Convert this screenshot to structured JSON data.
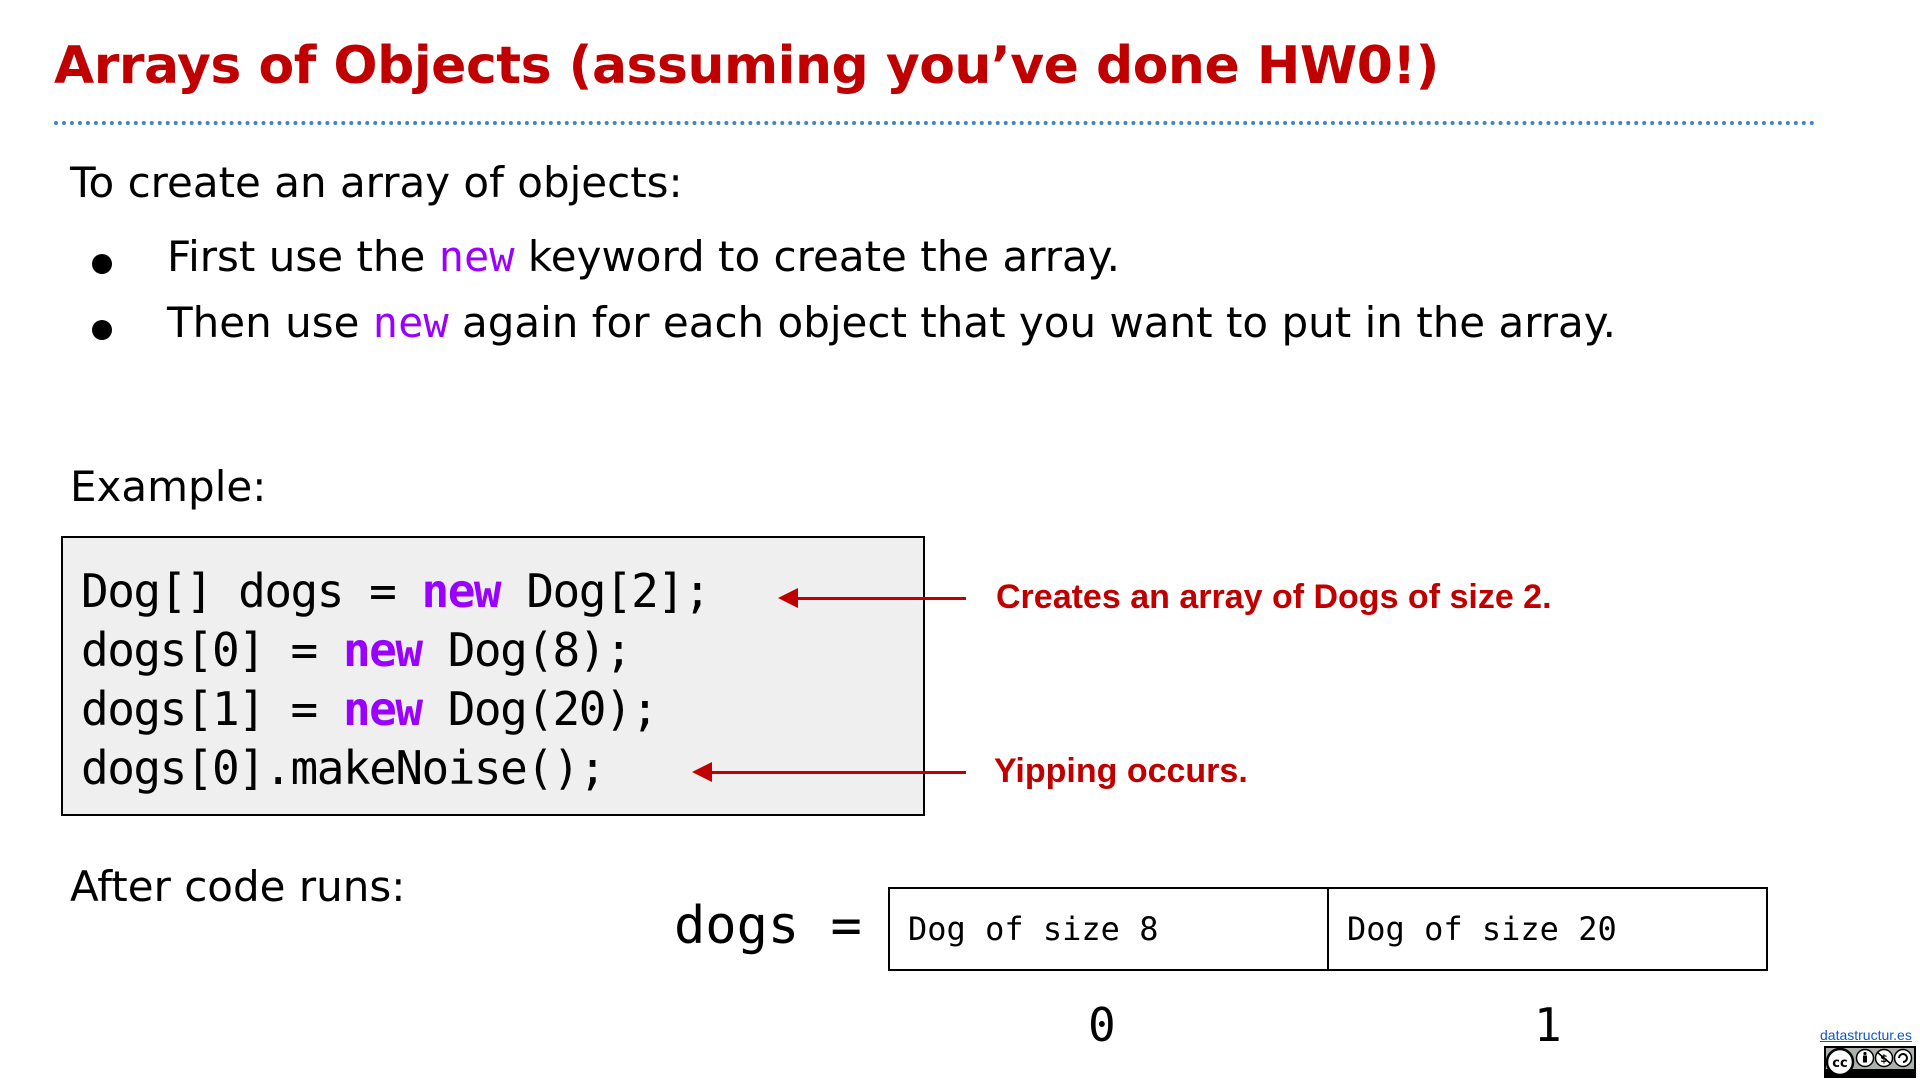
{
  "slide": {
    "title": "Arrays of Objects (assuming you’ve done HW0!)",
    "intro": "To create an array of objects:",
    "bullets": [
      {
        "before": "First use the ",
        "keyword": "new",
        "after": " keyword to create the array."
      },
      {
        "before": "Then use ",
        "keyword": "new",
        "after": " again for each object that you want to put in the array."
      }
    ],
    "example_label": "Example:",
    "code": [
      {
        "before": "Dog[] dogs = ",
        "keyword": "new",
        "after": " Dog[2];"
      },
      {
        "before": "dogs[0] = ",
        "keyword": "new",
        "after": " Dog(8);"
      },
      {
        "before": "dogs[1] = ",
        "keyword": "new",
        "after": " Dog(20);"
      },
      {
        "before": "dogs[0].makeNoise();",
        "keyword": "",
        "after": ""
      }
    ],
    "annotations": [
      "Creates an array of Dogs of size 2.",
      "Yipping occurs."
    ],
    "after_label": "After code runs:",
    "array_diagram": {
      "variable": "dogs =",
      "cells": [
        "Dog of size 8",
        "Dog of size 20"
      ],
      "indices": [
        "0",
        "1"
      ]
    },
    "credit": "datastructur.es",
    "colors": {
      "title": "#c00000",
      "keyword": "#9900ff",
      "annotation": "#c00000",
      "rule": "#3d85c6",
      "code_background": "#efefef"
    },
    "icons": [
      "cc-by-nc-sa-badge-icon"
    ]
  }
}
